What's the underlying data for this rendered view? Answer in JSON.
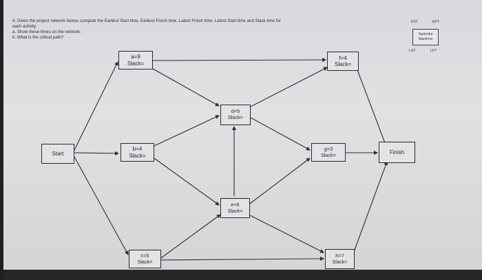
{
  "question": {
    "line1": "4. Given the project network below, compute the Earliest Start time, Earliest Finish time, Latest Finish time, Latest Start time and Slack time for",
    "line2": "each activity.",
    "line3": "a. Show these times on the network.",
    "line4": "b. What is the critical path?"
  },
  "legend": {
    "est": "EST",
    "eft": "EFT",
    "task_dur": "Task=dur",
    "slack": "Slack=xx",
    "lst": "LST",
    "lft": "LFT"
  },
  "nodes": {
    "start": {
      "label": "Start"
    },
    "finish": {
      "label": "Finish"
    },
    "a": {
      "task": "a=9",
      "slack": "Slack="
    },
    "b": {
      "task": "b=4",
      "slack": "Slack="
    },
    "c": {
      "task": "c=5",
      "slack": "Slack="
    },
    "d": {
      "task": "d=5",
      "slack": "Slack="
    },
    "e": {
      "task": "e=6",
      "slack": "Slack="
    },
    "f": {
      "task": "f=4",
      "slack": "Slack="
    },
    "g": {
      "task": "g=3",
      "slack": "Slack="
    },
    "h": {
      "task": "h=7",
      "slack": "Slack="
    }
  }
}
